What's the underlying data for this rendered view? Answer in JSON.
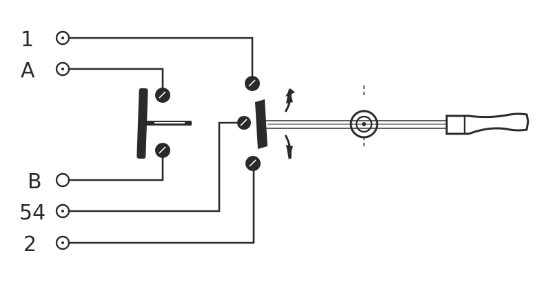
{
  "terminals": [
    {
      "id": "t1",
      "label": "1"
    },
    {
      "id": "tA",
      "label": "A"
    },
    {
      "id": "tB",
      "label": "B"
    },
    {
      "id": "t54",
      "label": "54"
    },
    {
      "id": "t2",
      "label": "2"
    }
  ],
  "colors": {
    "ink": "#2a2a2a",
    "paper": "#ffffff"
  }
}
